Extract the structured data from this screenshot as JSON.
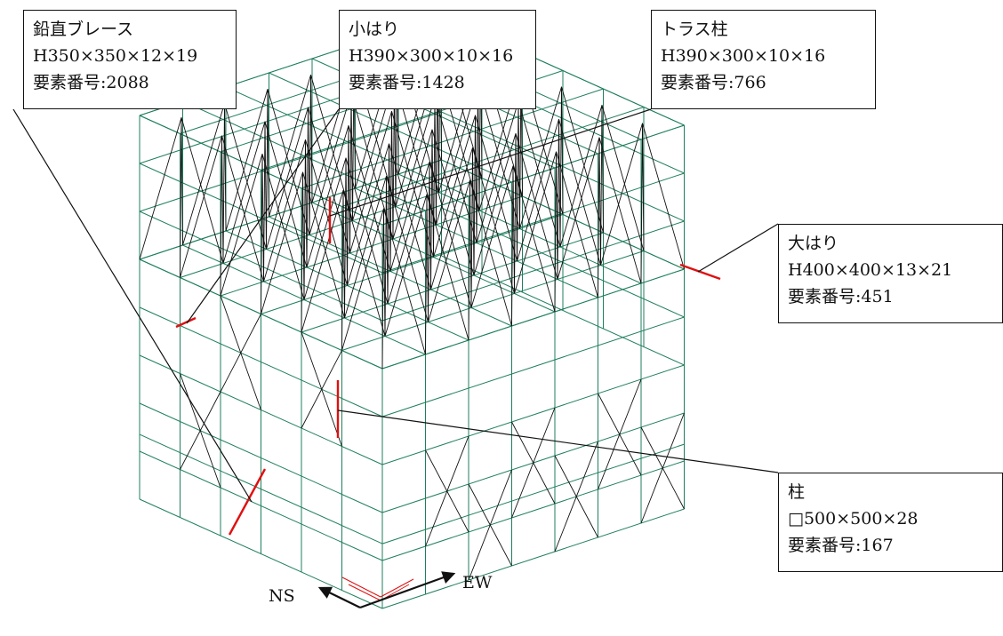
{
  "colors": {
    "grid": "#1f7f5c",
    "brace": "#111111",
    "highlight": "#e01010",
    "leader": "#111111"
  },
  "callouts": {
    "vertical_brace": {
      "title": "鉛直ブレース",
      "section": "H350×350×12×19",
      "element_no": "要素番号:2088"
    },
    "small_beam": {
      "title": "小はり",
      "section": "H390×300×10×16",
      "element_no": "要素番号:1428"
    },
    "truss_column": {
      "title": "トラス柱",
      "section": "H390×300×10×16",
      "element_no": "要素番号:766"
    },
    "large_beam": {
      "title": "大はり",
      "section": "H400×400×13×21",
      "element_no": "要素番号:451"
    },
    "column": {
      "title": "柱",
      "section": "□500×500×28",
      "element_no": "要素番号:167"
    }
  },
  "axes": {
    "ns": "NS",
    "ew": "EW"
  }
}
